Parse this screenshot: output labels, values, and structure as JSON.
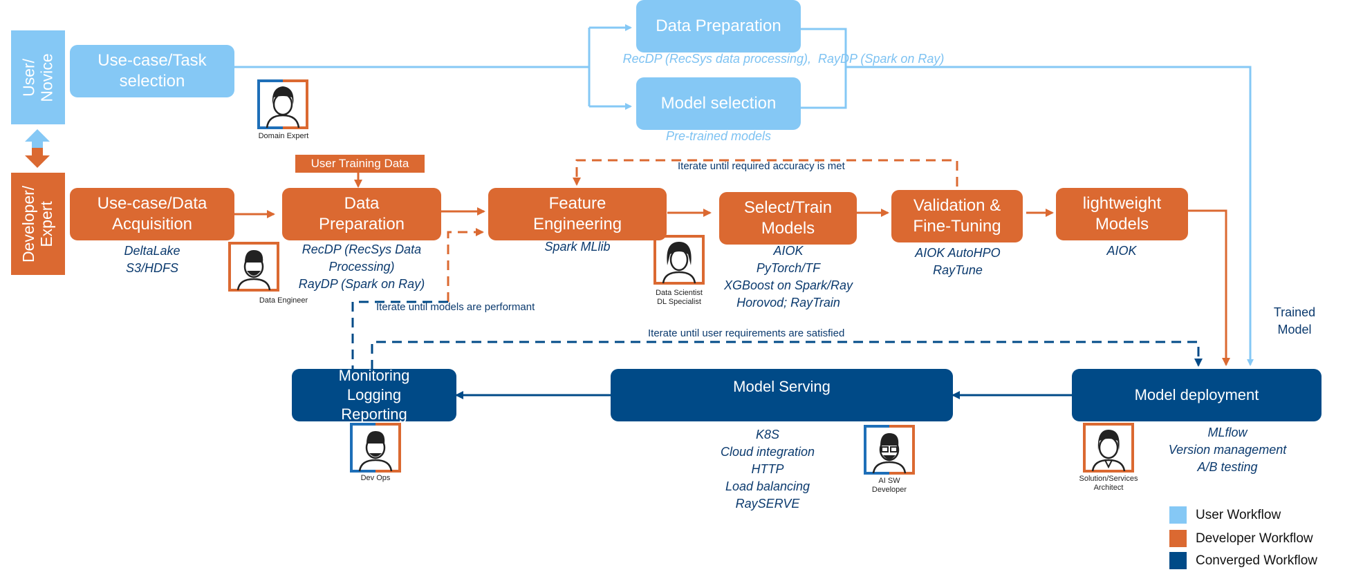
{
  "colors": {
    "user": "#85C8F5",
    "developer": "#DB6931",
    "converged": "#004A87",
    "text_dark": "#0B3A6E"
  },
  "lanes": {
    "user": "User/\nNovice",
    "developer": "Developer/\nExpert"
  },
  "boxes": {
    "usecase_task": "Use-case/Task selection",
    "data_prep_user": "Data Preparation",
    "model_selection": "Model selection",
    "usecase_data": "Use-case/Data Acquisition",
    "data_prep_dev": "Data Preparation",
    "feature_eng": "Feature Engineering",
    "select_train": "Select/Train Models",
    "validation": "Validation & Fine-Tuning",
    "lightweight": "lightweight Models",
    "model_deployment": "Model deployment",
    "model_serving": "Model Serving",
    "monitoring": "Monitoring\nLogging\nReporting"
  },
  "notes": {
    "recdp_user": "RecDP (RecSys data processing),  RayDP (Spark on Ray)",
    "pretrained": "Pre-trained models",
    "deltalake": "DeltaLake\nS3/HDFS",
    "recdp_dev": "RecDP (RecSys Data\nProcessing)\nRayDP (Spark on Ray)",
    "spark_mllib": "Spark MLlib",
    "train_tools": "AIOK\nPyTorch/TF\nXGBoost on Spark/Ray\nHorovod; RayTrain",
    "val_tools": "AIOK AutoHPO\nRayTune",
    "aiok": "AIOK",
    "deploy_tools": "MLflow\nVersion management\nA/B testing",
    "serving_tools": "K8S\nCloud integration\nHTTP\nLoad balancing\nRaySERVE"
  },
  "tags": {
    "user_training_data": "User Training Data"
  },
  "iterate": {
    "accuracy": "Iterate until required accuracy is met",
    "performant": "Iterate until models are performant",
    "requirements": "Iterate until user requirements are satisfied"
  },
  "trained_model": "Trained\nModel",
  "personas": {
    "domain_expert": "Domain Expert",
    "data_engineer": "Data Engineer",
    "data_scientist": "Data Scientist\nDL Specialist",
    "dev_ops": "Dev Ops",
    "ai_sw_developer": "AI SW\nDeveloper",
    "solution_architect": "Solution/Services\nArchitect"
  },
  "legend": {
    "user": "User Workflow",
    "developer": "Developer Workflow",
    "converged": "Converged Workflow"
  }
}
